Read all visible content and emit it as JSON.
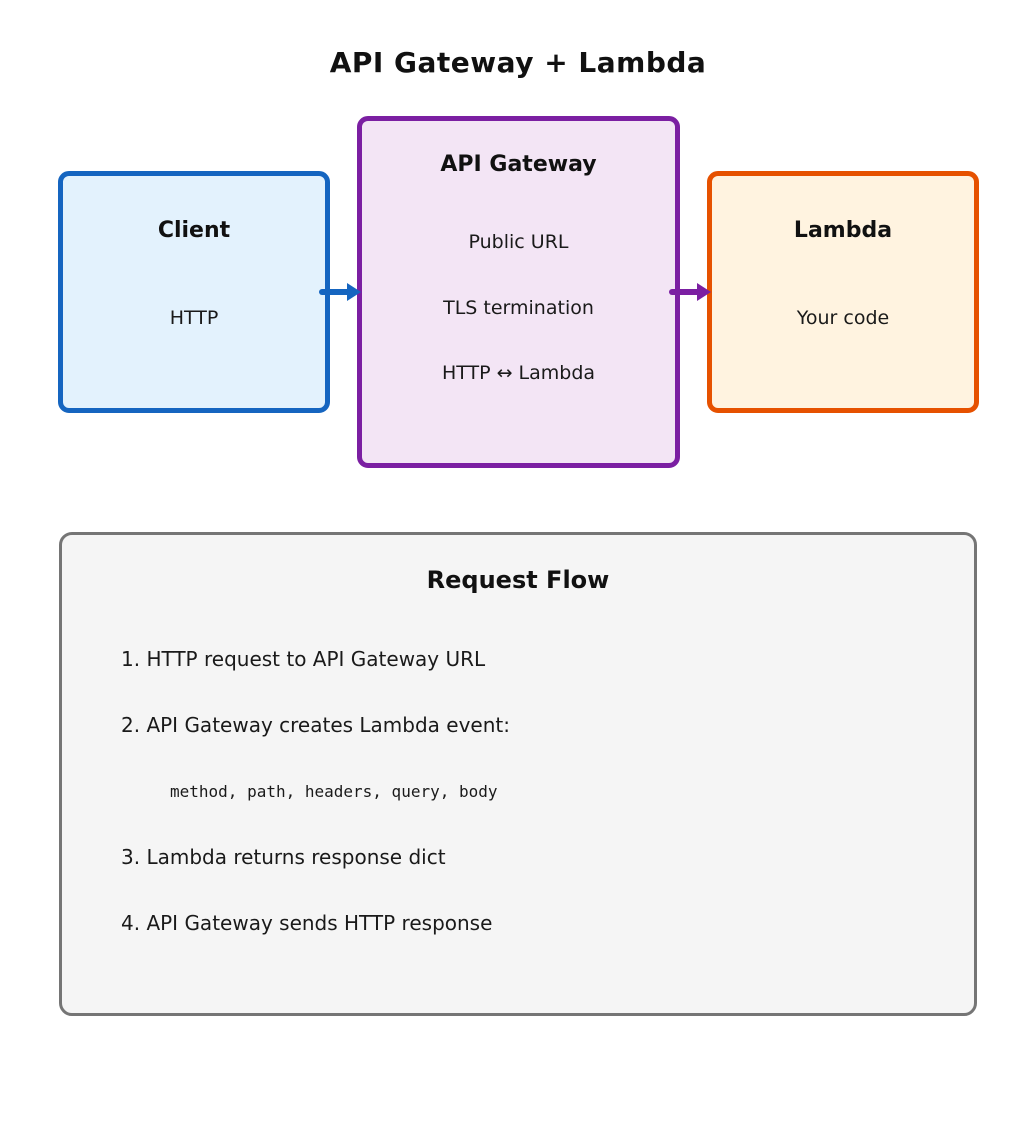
{
  "title": "API Gateway + Lambda",
  "nodes": [
    {
      "id": "client",
      "title": "Client",
      "lines": [
        "HTTP"
      ],
      "fill": "#e3f2fd",
      "border": "#1565c0"
    },
    {
      "id": "api-gateway",
      "title": "API Gateway",
      "lines": [
        "Public URL",
        "TLS termination",
        "HTTP ↔ Lambda"
      ],
      "fill": "#f3e5f5",
      "border": "#7b1fa2"
    },
    {
      "id": "lambda",
      "title": "Lambda",
      "lines": [
        "Your code"
      ],
      "fill": "#fff3e0",
      "border": "#e65100"
    }
  ],
  "arrows": [
    {
      "from": "client",
      "to": "api-gateway",
      "color": "#1565c0"
    },
    {
      "from": "api-gateway",
      "to": "lambda",
      "color": "#7b1fa2"
    }
  ],
  "flow": {
    "title": "Request Flow",
    "fill": "#f5f5f5",
    "border": "#757575",
    "steps": [
      {
        "text": "1. HTTP request to API Gateway URL",
        "mono": false
      },
      {
        "text": "2. API Gateway creates Lambda event:",
        "mono": false
      },
      {
        "text": "method, path, headers, query, body",
        "mono": true
      },
      {
        "text": "3. Lambda returns response dict",
        "mono": false
      },
      {
        "text": "4. API Gateway sends HTTP response",
        "mono": false
      }
    ]
  }
}
